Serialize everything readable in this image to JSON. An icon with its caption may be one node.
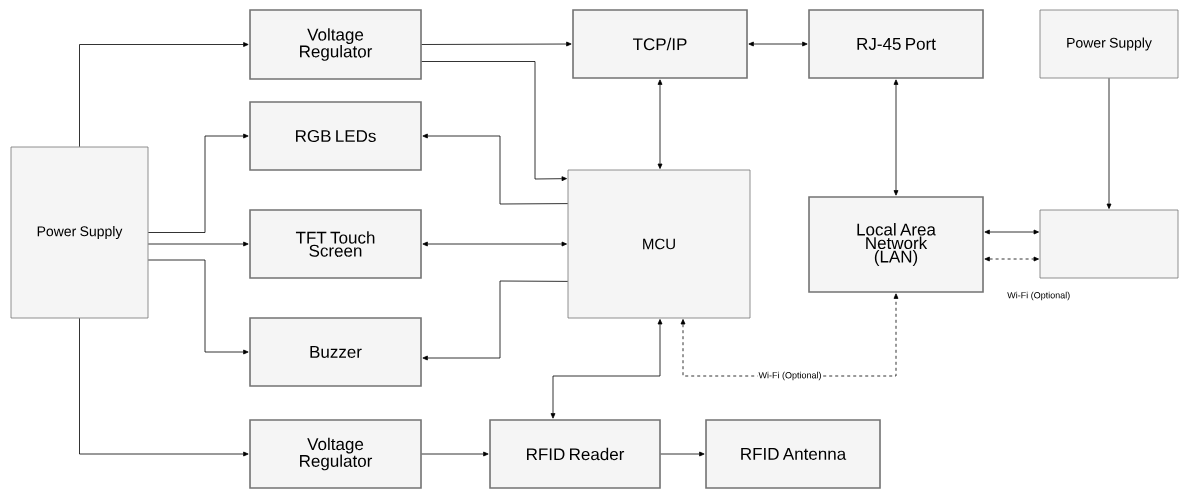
{
  "diagram": {
    "nodes": [
      {
        "text": [
          "Power Supply"
        ]
      },
      {
        "text": [
          "Voltage Regulator"
        ]
      },
      {
        "text": [
          "RGB LEDs"
        ]
      },
      {
        "text": [
          "TFT Touch Screen"
        ]
      },
      {
        "text": [
          "Buzzer"
        ]
      },
      {
        "text": [
          "Voltage Regulator"
        ]
      },
      {
        "text": [
          "TCP/IP"
        ]
      },
      {
        "text": [
          "RJ-45 Port"
        ]
      },
      {
        "text": [
          "Power Supply"
        ]
      },
      {
        "text": [
          "MCU"
        ]
      },
      {
        "text": [
          "Local Area Network (LAN)"
        ]
      },
      {
        "text": [],
        "shape": "box"
      },
      {
        "text": [
          "RFID Reader"
        ]
      },
      {
        "text": [
          "RFID Antenna"
        ]
      }
    ],
    "edges": [
      {
        "from": 0,
        "to": 1,
        "arrow": "to"
      },
      {
        "from": 1,
        "to": 6,
        "arrow": "to"
      },
      {
        "from": 1,
        "to": 9,
        "arrow": "to"
      },
      {
        "from": 0,
        "to": 2,
        "arrow": "to"
      },
      {
        "from": 9,
        "to": 2,
        "arrow": "to"
      },
      {
        "from": 0,
        "to": 3,
        "arrow": "to"
      },
      {
        "from": 3,
        "to": 9,
        "arrow": "both"
      },
      {
        "from": 0,
        "to": 4,
        "arrow": "to"
      },
      {
        "from": 9,
        "to": 4,
        "arrow": "to"
      },
      {
        "from": 0,
        "to": 5,
        "arrow": "to"
      },
      {
        "from": 5,
        "to": 12,
        "arrow": "to"
      },
      {
        "from": 12,
        "to": 13,
        "arrow": "to"
      },
      {
        "from": 6,
        "to": 9,
        "arrow": "both"
      },
      {
        "from": 6,
        "to": 7,
        "arrow": "both"
      },
      {
        "from": 7,
        "to": 10,
        "arrow": "both"
      },
      {
        "from": 8,
        "to": 11,
        "arrow": "to"
      },
      {
        "from": 10,
        "to": 11,
        "arrow": "both"
      },
      {
        "from": 10,
        "to": 11,
        "arrow": "both",
        "style": "dashed",
        "label": "Wi-Fi (Optional)"
      },
      {
        "from": 9,
        "to": 12,
        "arrow": "both"
      },
      {
        "from": 9,
        "to": 10,
        "arrow": "both",
        "style": "dashed",
        "label": "Wi-Fi (Optional)"
      }
    ]
  }
}
